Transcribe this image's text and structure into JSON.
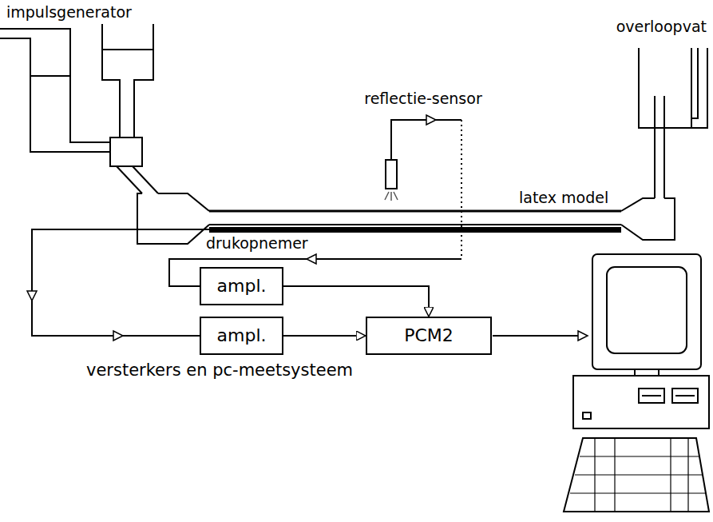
{
  "diagram": {
    "nodes": [
      {
        "text": [
          "ampl."
        ]
      },
      {
        "text": [
          "ampl."
        ]
      },
      {
        "text": [
          "PCM2"
        ]
      }
    ],
    "edges": [
      {
        "from": 0,
        "to": 2,
        "arrow": "to"
      },
      {
        "from": 1,
        "to": 2,
        "arrow": "to"
      }
    ],
    "labels": [
      "impulsgenerator",
      "overloopvat",
      "reflectie-sensor",
      "latex model",
      "drukopnemer",
      "versterkers en pc-meetsysteem"
    ]
  }
}
